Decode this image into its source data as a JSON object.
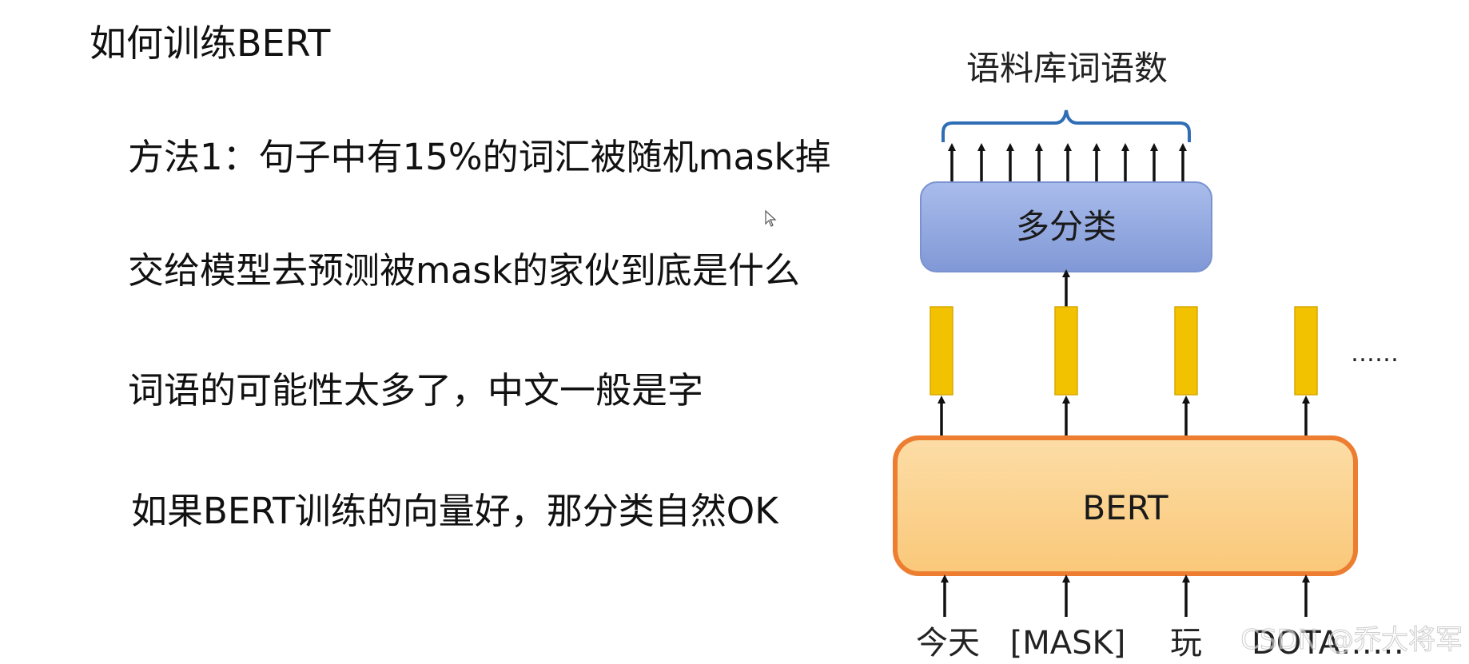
{
  "slide": {
    "title": "如何训练BERT",
    "lines": [
      "方法1：句子中有15%的词汇被随机mask掉",
      "交给模型去预测被mask的家伙到底是什么",
      "词语的可能性太多了，中文一般是字",
      "如果BERT训练的向量好，那分类自然OK"
    ]
  },
  "diagram": {
    "top_label": "语料库词语数",
    "classifier_label": "多分类",
    "model_label": "BERT",
    "ellipsis": "……",
    "inputs": [
      "今天",
      "[MASK]",
      "玩",
      "DOTA……"
    ]
  },
  "watermark": "CSDN @乔大将军",
  "colors": {
    "brace": "#2F6DB5",
    "classifier_fill": "#8FA6DD",
    "model_fill": "#FBD28A",
    "model_border": "#ED7D31",
    "vector_fill": "#F2C200"
  }
}
